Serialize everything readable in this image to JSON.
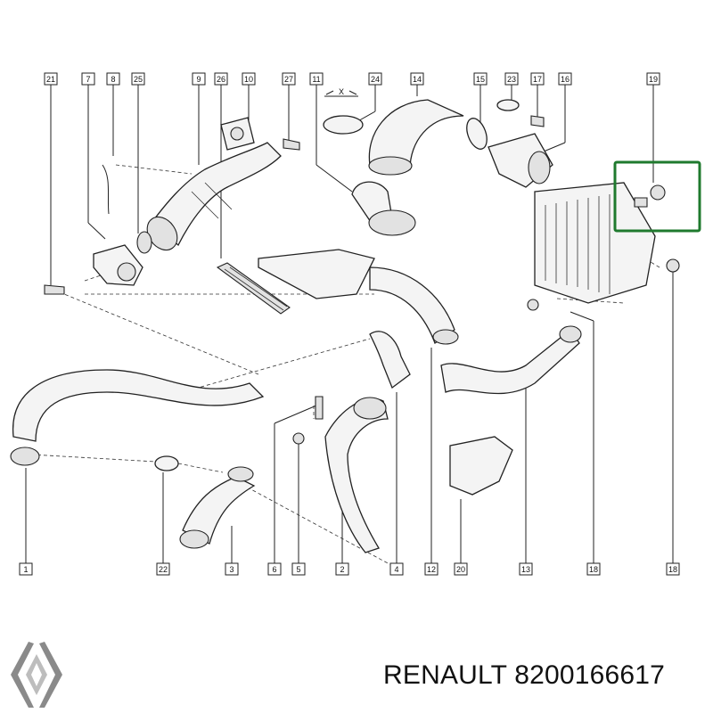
{
  "diagram": {
    "callouts": {
      "top": [
        "21",
        "7",
        "8",
        "25",
        "9",
        "26",
        "10",
        "27",
        "11",
        "24",
        "14",
        "15",
        "23",
        "17",
        "16",
        "19"
      ],
      "bottom": [
        "1",
        "22",
        "3",
        "6",
        "5",
        "2",
        "4",
        "12",
        "20",
        "13",
        "18",
        "18"
      ]
    },
    "dimension_mark": "X",
    "highlight_color": "#1f7a2e"
  },
  "caption": {
    "brand": "RENAULT",
    "part_number": "8200166617"
  },
  "logo": {
    "icon": "renault-diamond-icon"
  }
}
